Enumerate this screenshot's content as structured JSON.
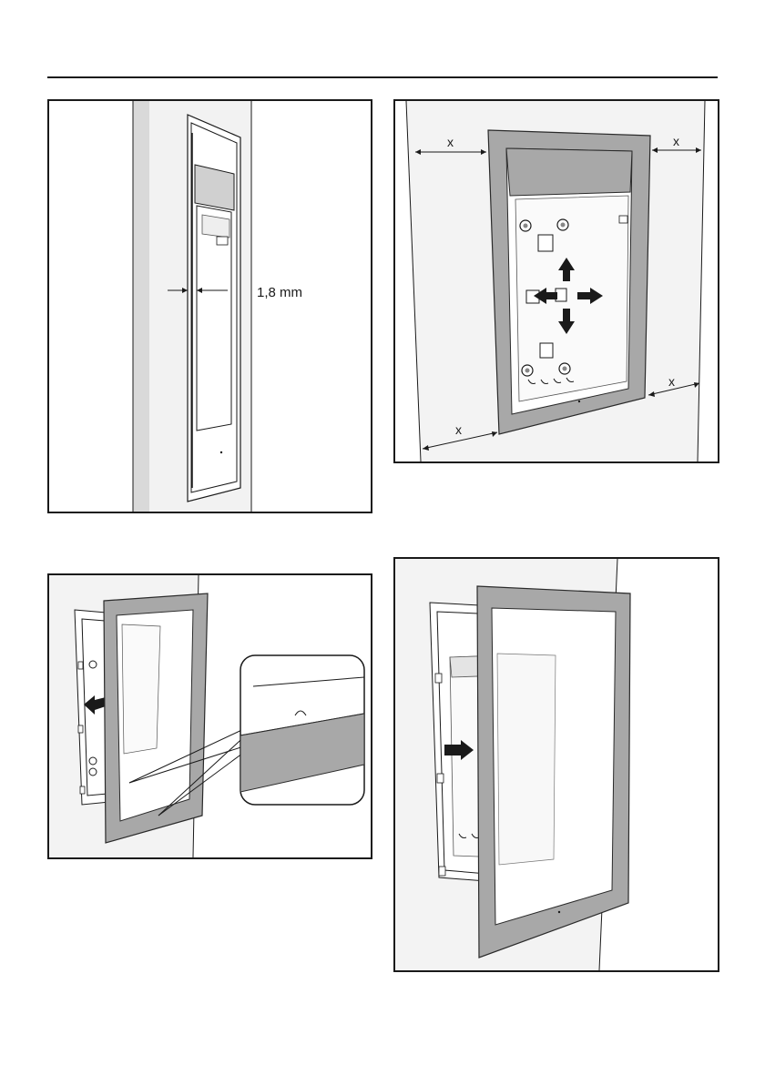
{
  "page": {
    "colors": {
      "frame": "#a8a8a8",
      "frame_stroke": "#2a2a2a",
      "wall": "#f3f3f3",
      "wall_shadow": "#d8d8d8",
      "line": "#1a1a1a"
    }
  },
  "figures": {
    "fig1": {
      "dimension_label": "1,8 mm"
    },
    "fig2": {
      "gap_labels": [
        "x",
        "x",
        "x",
        "x"
      ],
      "arrow_icons": [
        "arrow-up-icon",
        "arrow-left-icon",
        "arrow-right-icon",
        "arrow-down-icon"
      ]
    },
    "fig3": {
      "arrow_icon": "arrow-left-icon",
      "detail": "magnified-clip-detail"
    },
    "fig4": {
      "arrow_icon": "arrow-right-icon"
    }
  }
}
